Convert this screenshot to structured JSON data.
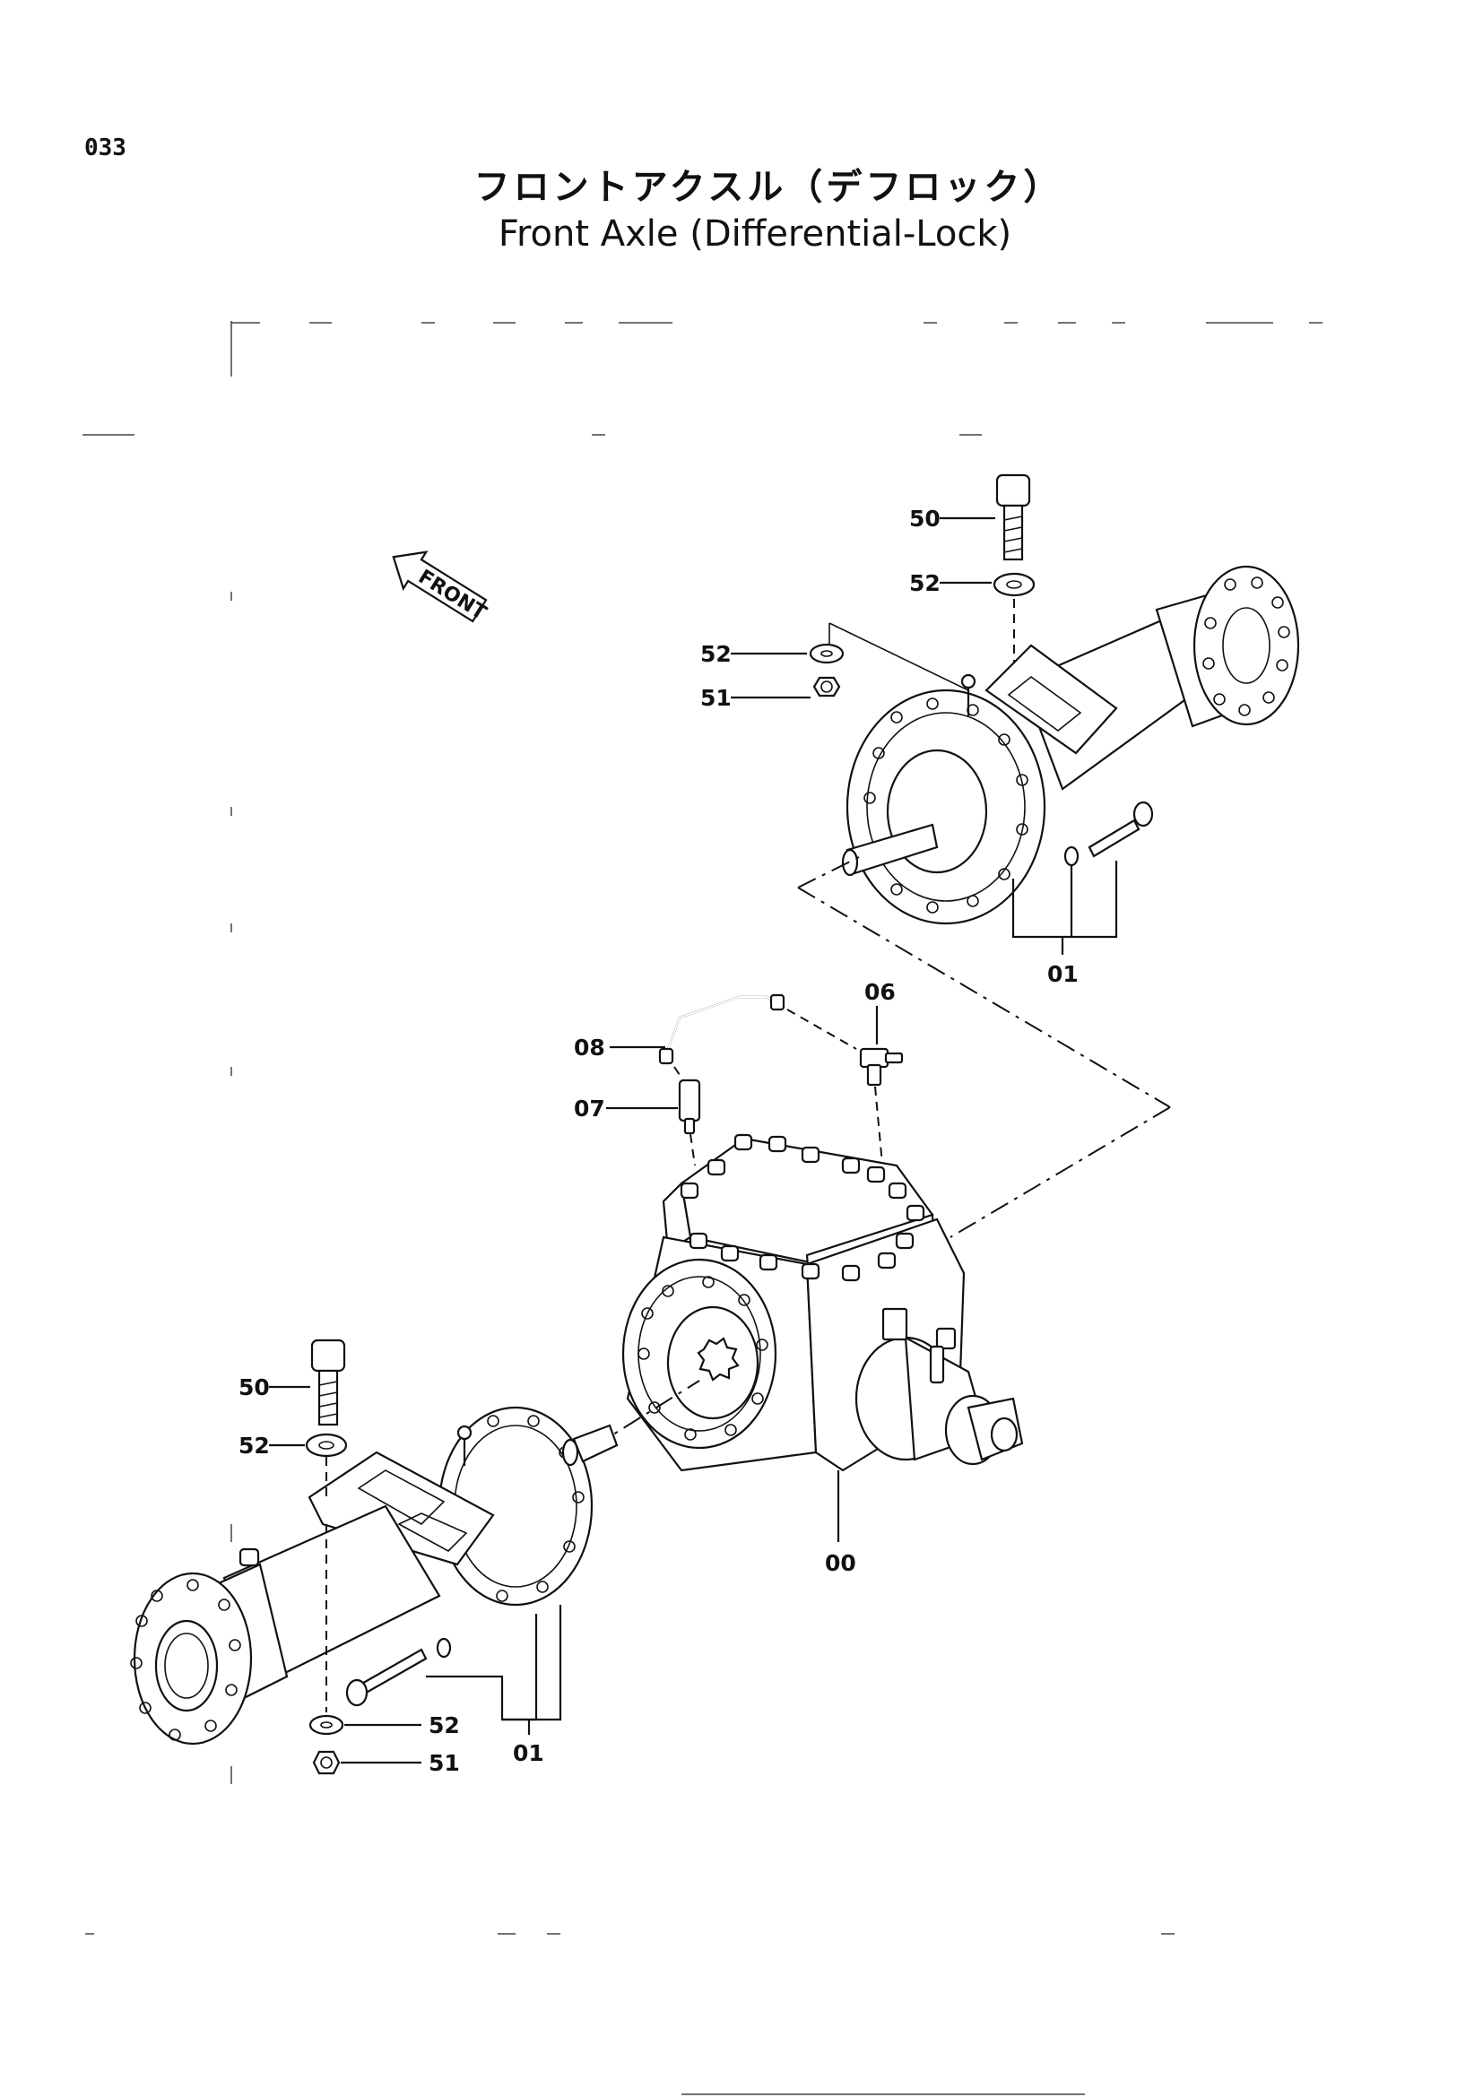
{
  "page_number": "033",
  "title_ja": "フロントアクスル（デフロック）",
  "title_en": "Front Axle (Differential-Lock)",
  "direction_marker": "FRONT",
  "callouts": {
    "upper_bolt": "50",
    "upper_washer": "52",
    "upper_left_washer": "52",
    "upper_left_nut": "51",
    "upper_axle": "01",
    "pipe": "08",
    "elbow": "07",
    "tee": "06",
    "lower_bolt": "50",
    "lower_washer": "52",
    "lower_bottom_washer": "52",
    "lower_nut": "51",
    "lower_axle": "01",
    "differential": "00"
  }
}
